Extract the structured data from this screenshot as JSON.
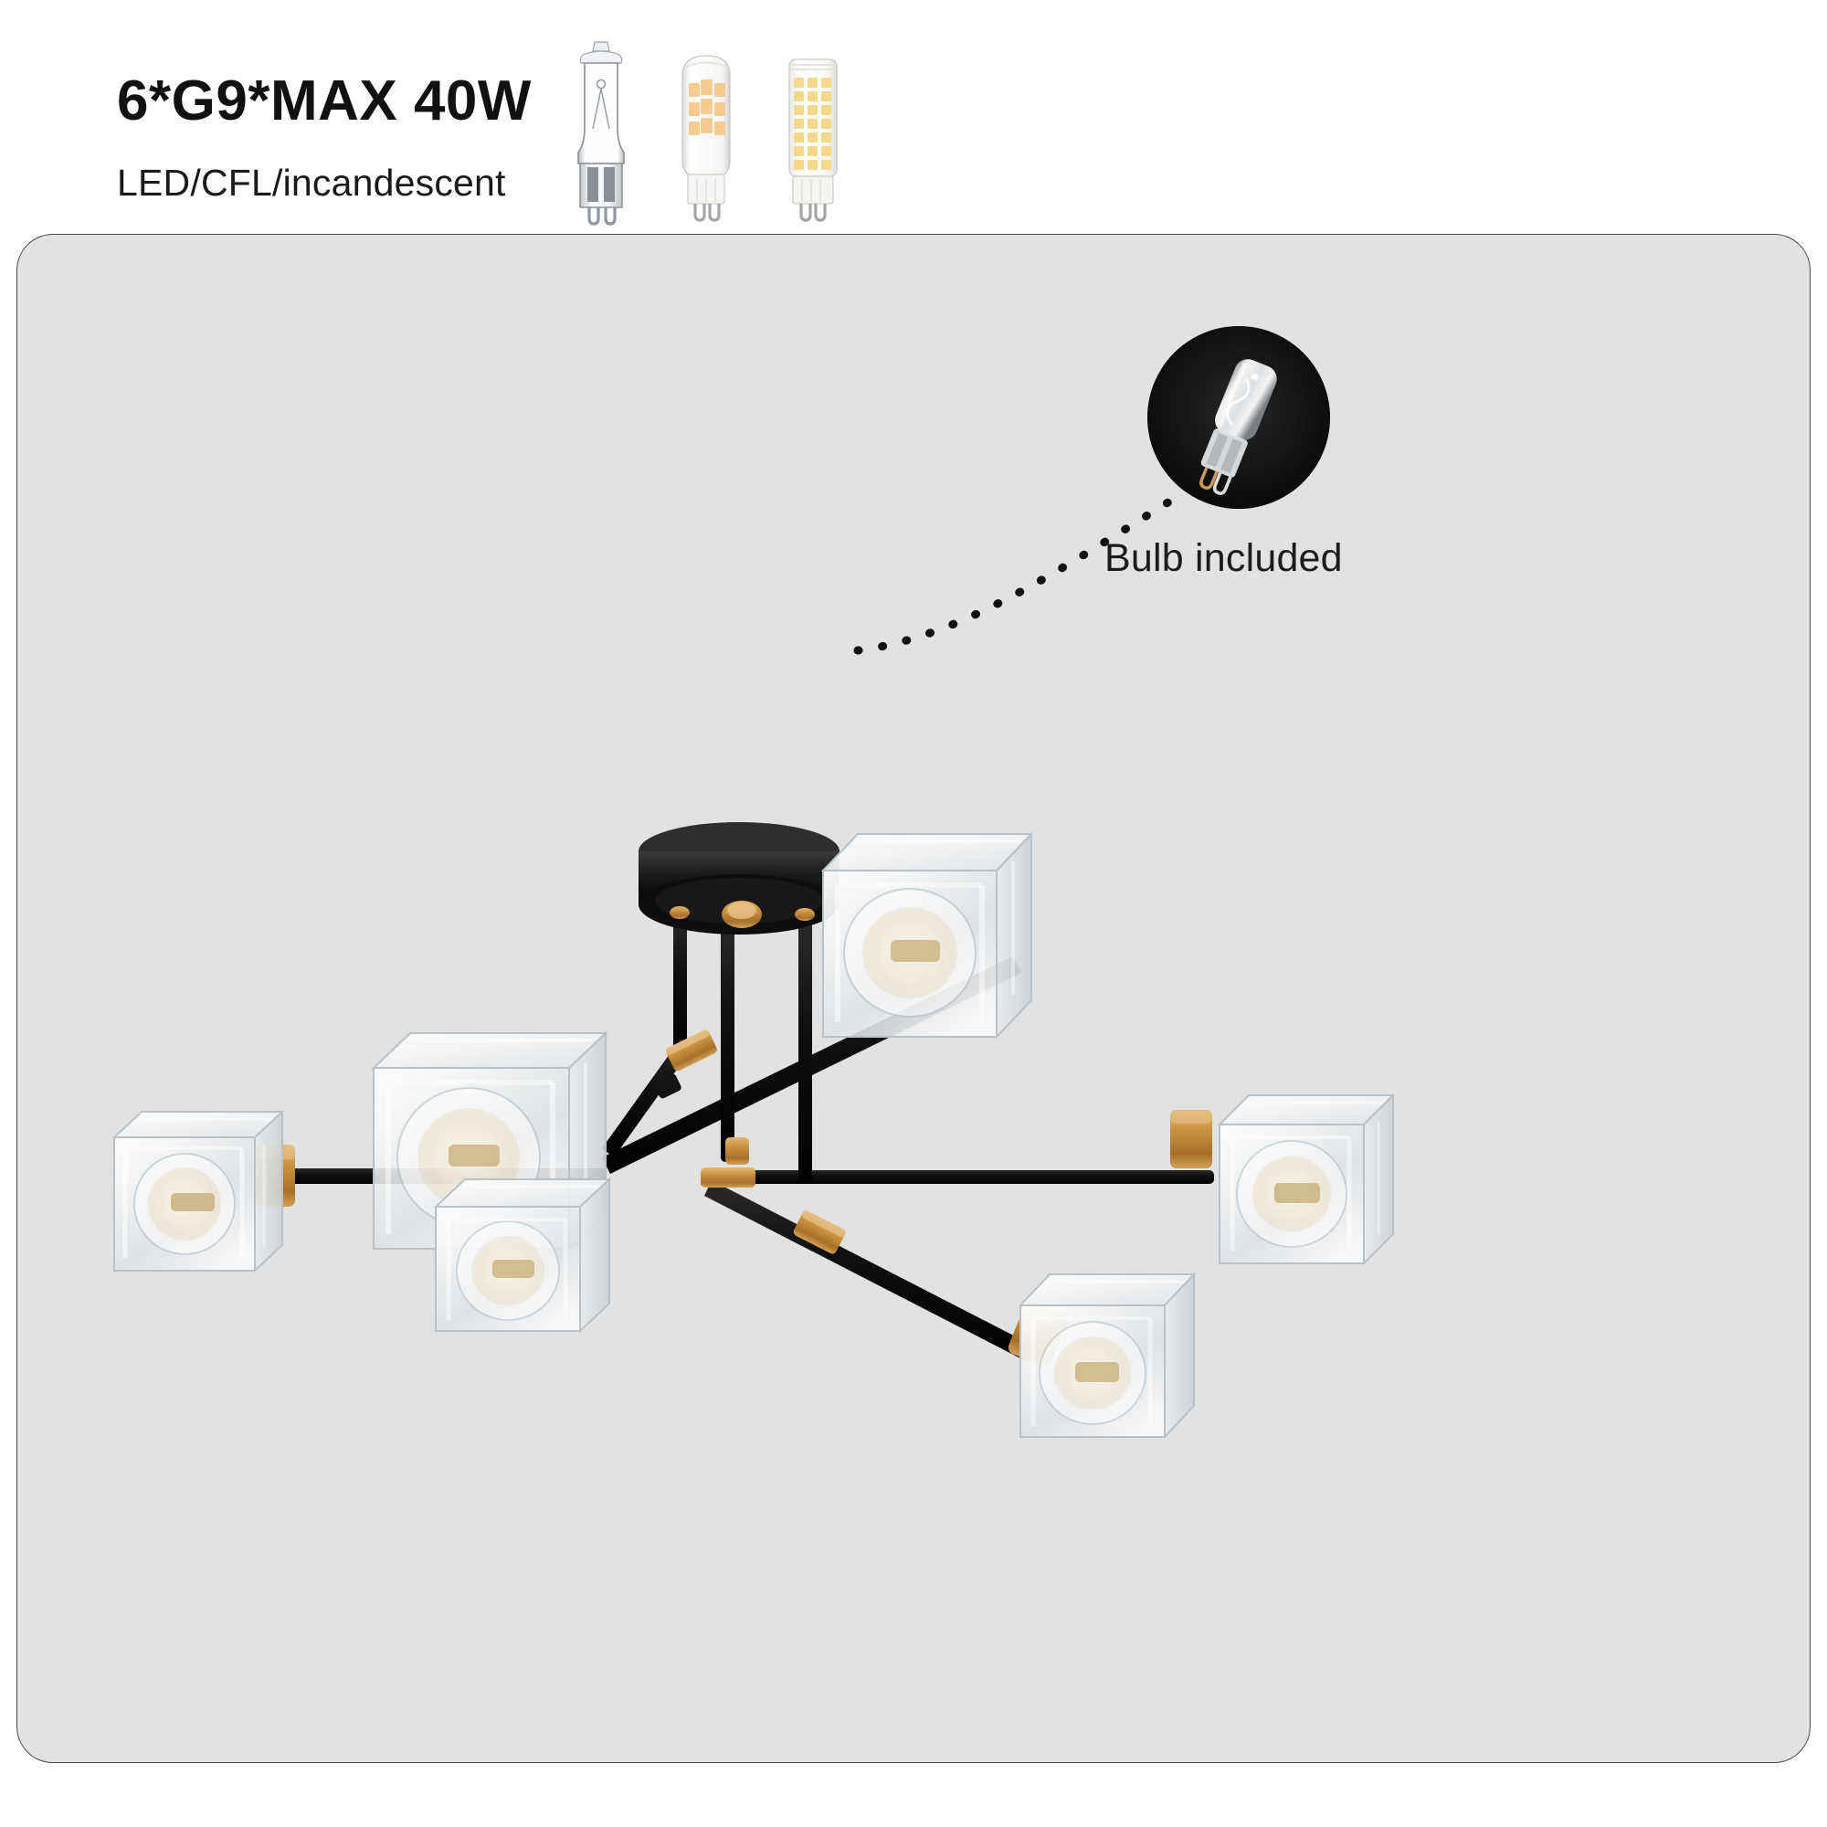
{
  "header": {
    "title": "6*G9*MAX 40W",
    "subtitle": "LED/CFL/incandescent"
  },
  "bulb_strip": {
    "bulbs": [
      {
        "name": "g9-halogen-clear-bulb-icon",
        "type": "halogen",
        "finish": "clear glass"
      },
      {
        "name": "g9-led-frosted-capsule-bulb-icon",
        "type": "LED",
        "finish": "frosted"
      },
      {
        "name": "g9-led-corn-bulb-icon",
        "type": "LED",
        "finish": "clear corn"
      }
    ]
  },
  "product_panel": {
    "background_color": "#e2e2e2",
    "border_color": "#4a4a4a",
    "fixture": {
      "name": "6-light semi-flush crystal cube chandelier",
      "light_count": 6,
      "frame_color": "#141414",
      "accent_color": "#c08c3a",
      "shade_material": "clear cube crystal"
    }
  },
  "callout": {
    "label": "Bulb included",
    "inset_background": "#111111",
    "bulb_name": "g9-halogen-bulb-photo"
  }
}
